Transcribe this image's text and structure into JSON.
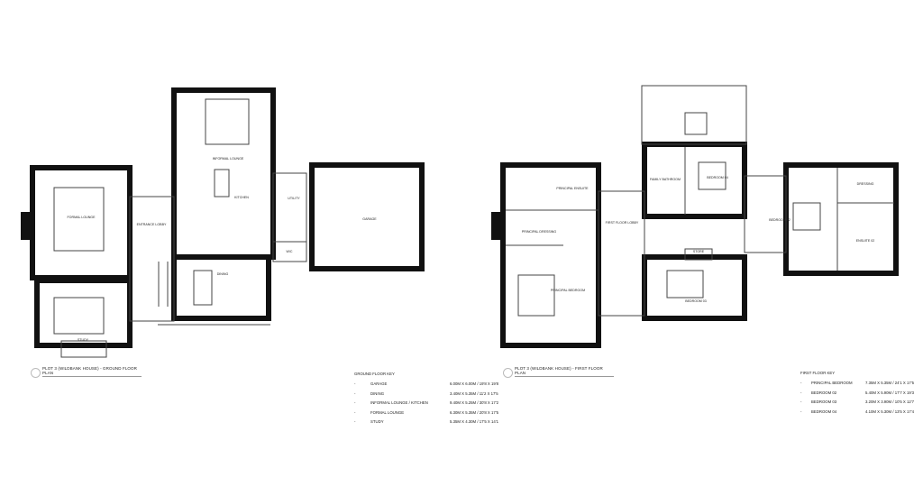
{
  "ground_floor": {
    "title": "PLOT 3 (WILDBANK HOUSE) - GROUND FLOOR PLAN",
    "rooms": {
      "formal_lounge": "FORMAL LOUNGE",
      "entrance_lobby": "ENTRANCE LOBBY",
      "informal_lounge": "INFORMAL LOUNGE",
      "kitchen": "KITCHEN",
      "utility": "UTILITY",
      "wc": "W/C",
      "garage": "GARAGE",
      "dining": "DINING",
      "study": "STUDY"
    },
    "key": {
      "heading": "GROUND FLOOR KEY",
      "items": [
        {
          "bullet": "-",
          "room": "GARAGE",
          "size": "6.00M X 6.00M / 19'8 X 19'8"
        },
        {
          "bullet": "-",
          "room": "DINING",
          "size": "3.40M X 5.35M / 11'2 X 17'5"
        },
        {
          "bullet": "-",
          "room": "INFORMAL LOUNGE / KITCHEN",
          "size": "9.40M X 5.25M / 30'8 X 17'2"
        },
        {
          "bullet": "-",
          "room": "FORMAL LOUNGE",
          "size": "6.30M X 5.35M / 20'8 X 17'5"
        },
        {
          "bullet": "-",
          "room": "STUDY",
          "size": "5.35M X 4.30M / 17'5 X 14'1"
        }
      ]
    }
  },
  "first_floor": {
    "title": "PLOT 3 (WILDBANK HOUSE) - FIRST FLOOR PLAN",
    "rooms": {
      "principal_ensuite": "PRINCIPAL ENSUITE",
      "principal_dressing": "PRINCIPAL DRESSING",
      "principal_bedroom": "PRINCIPAL BEDROOM",
      "first_floor_lobby": "FIRST FLOOR LOBBY",
      "family_bathroom": "FAMILY BATHROOM",
      "bedroom_04": "BEDROOM 04",
      "store": "STORE",
      "bedroom_03": "BEDROOM 03",
      "bedroom_02": "BEDROOM 02",
      "dressing": "DRESSING",
      "ensuite_02": "ENSUITE 02"
    },
    "key": {
      "heading": "FIRST FLOOR KEY",
      "items": [
        {
          "bullet": "-",
          "room": "PRINCIPAL BEDROOM",
          "size": "7.35M X 5.35M / 24'1 X 17'5"
        },
        {
          "bullet": "-",
          "room": "BEDROOM 02",
          "size": "5.40M X 5.90M / 17'7 X 19'3"
        },
        {
          "bullet": "-",
          "room": "BEDROOM 03",
          "size": "3.20M X 3.90M / 10'5 X 12'7"
        },
        {
          "bullet": "-",
          "room": "BEDROOM 04",
          "size": "4.10M X 5.30M / 13'5 X 17'4"
        }
      ]
    }
  }
}
